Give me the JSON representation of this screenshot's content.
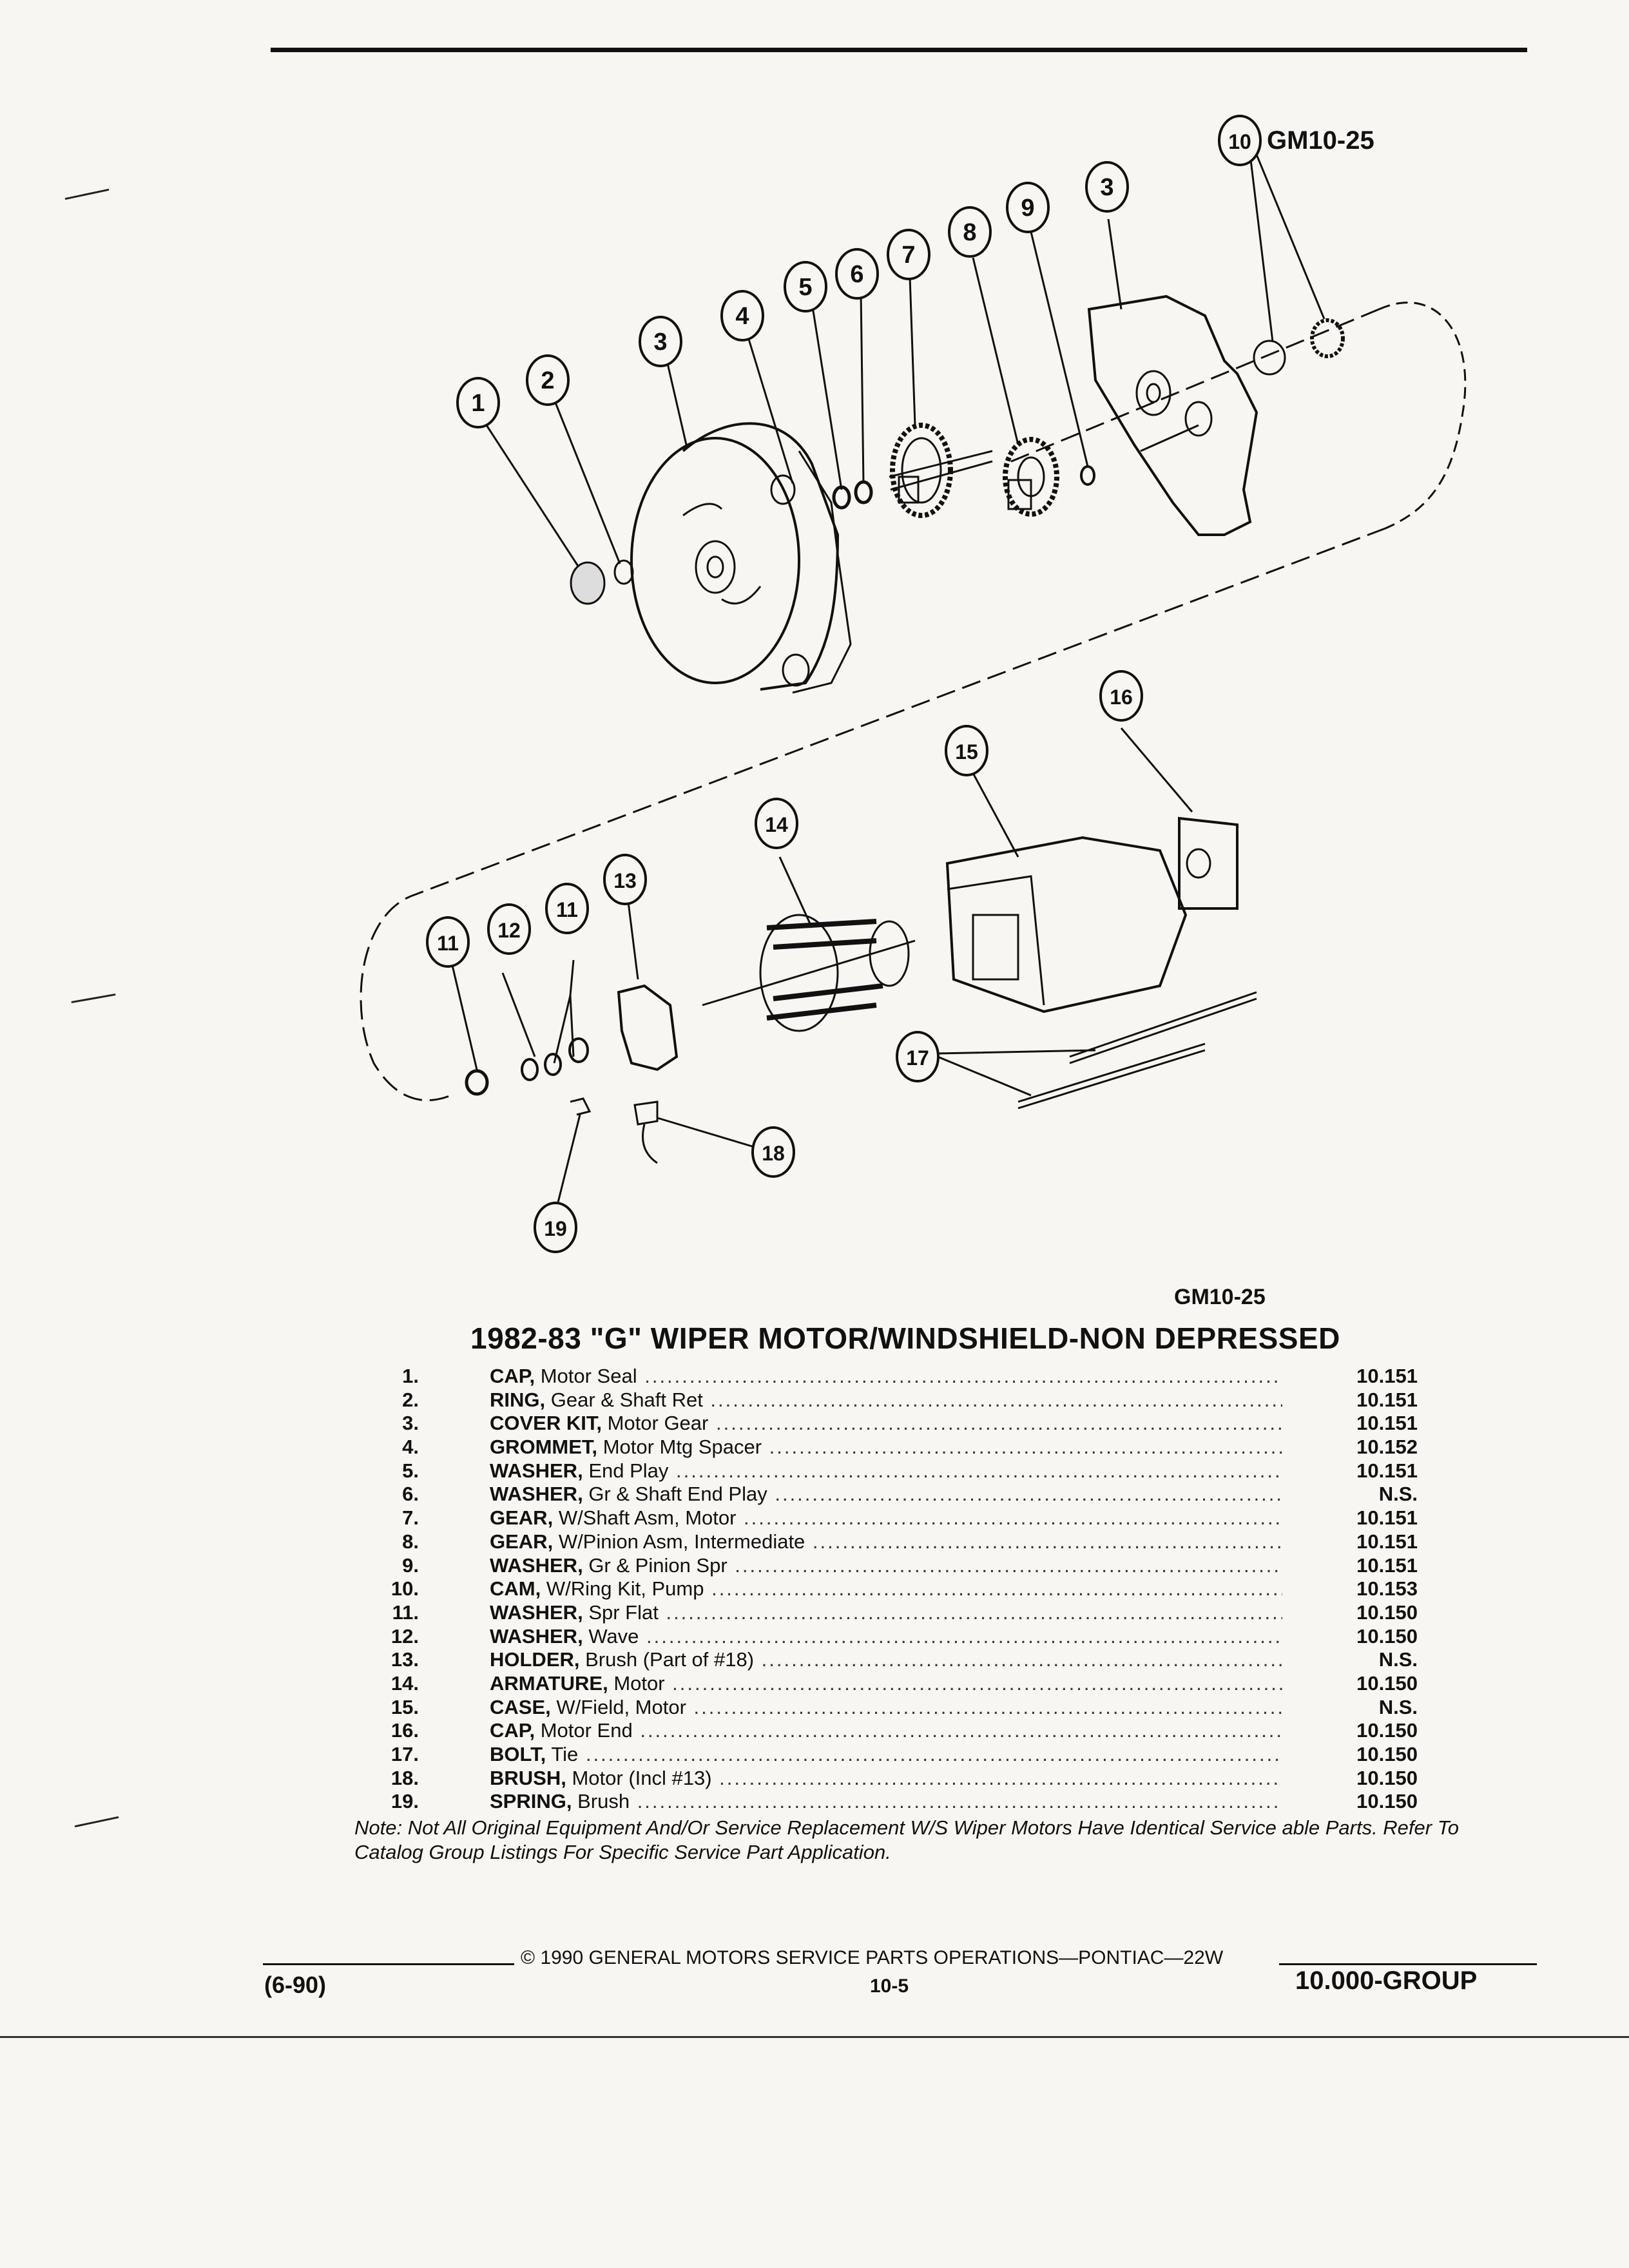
{
  "figure_id_top": "GM10-25",
  "figure_id_bottom": "GM10-25",
  "callouts": [
    "1",
    "2",
    "3",
    "3",
    "4",
    "5",
    "6",
    "7",
    "8",
    "9",
    "10",
    "11",
    "11",
    "12",
    "13",
    "14",
    "15",
    "16",
    "17",
    "18",
    "19"
  ],
  "title": "1982-83 \"G\" WIPER MOTOR/WINDSHIELD-NON DEPRESSED",
  "parts": [
    {
      "num": "1.",
      "name": "CAP,",
      "desc": "Motor Seal",
      "group": "10.151"
    },
    {
      "num": "2.",
      "name": "RING,",
      "desc": "Gear & Shaft Ret",
      "group": "10.151"
    },
    {
      "num": "3.",
      "name": "COVER KIT,",
      "desc": "Motor Gear",
      "group": "10.151"
    },
    {
      "num": "4.",
      "name": "GROMMET,",
      "desc": "Motor Mtg Spacer",
      "group": "10.152"
    },
    {
      "num": "5.",
      "name": "WASHER,",
      "desc": "End Play",
      "group": "10.151"
    },
    {
      "num": "6.",
      "name": "WASHER,",
      "desc": "Gr & Shaft End Play",
      "group": "N.S."
    },
    {
      "num": "7.",
      "name": "GEAR,",
      "desc": "W/Shaft Asm, Motor",
      "group": "10.151"
    },
    {
      "num": "8.",
      "name": "GEAR,",
      "desc": "W/Pinion Asm, Intermediate",
      "group": "10.151"
    },
    {
      "num": "9.",
      "name": "WASHER,",
      "desc": "Gr & Pinion Spr",
      "group": "10.151"
    },
    {
      "num": "10.",
      "name": "CAM,",
      "desc": "W/Ring Kit, Pump",
      "group": "10.153"
    },
    {
      "num": "11.",
      "name": "WASHER,",
      "desc": "Spr Flat",
      "group": "10.150"
    },
    {
      "num": "12.",
      "name": "WASHER,",
      "desc": "Wave",
      "group": "10.150"
    },
    {
      "num": "13.",
      "name": "HOLDER,",
      "desc": "Brush (Part of #18)",
      "group": "N.S."
    },
    {
      "num": "14.",
      "name": "ARMATURE,",
      "desc": "Motor",
      "group": "10.150"
    },
    {
      "num": "15.",
      "name": "CASE,",
      "desc": "W/Field, Motor",
      "group": "N.S."
    },
    {
      "num": "16.",
      "name": "CAP,",
      "desc": "Motor End",
      "group": "10.150"
    },
    {
      "num": "17.",
      "name": "BOLT,",
      "desc": "Tie",
      "group": "10.150"
    },
    {
      "num": "18.",
      "name": "BRUSH,",
      "desc": "Motor (Incl #13)",
      "group": "10.150"
    },
    {
      "num": "19.",
      "name": "SPRING,",
      "desc": "Brush",
      "group": "10.150"
    }
  ],
  "note": "Note: Not All Original Equipment And/Or Service Replacement W/S Wiper Motors Have Identical Service able Parts. Refer To Catalog Group Listings For Specific Service Part Application.",
  "footer": {
    "copyright": "© 1990 GENERAL MOTORS SERVICE PARTS OPERATIONS—PONTIAC—22W",
    "date": "(6-90)",
    "page": "10-5",
    "group": "10.000-GROUP"
  }
}
